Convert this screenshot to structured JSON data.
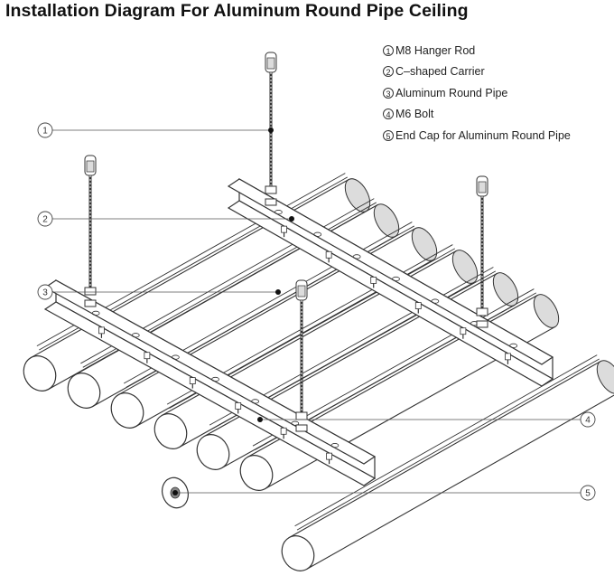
{
  "title": "Installation Diagram For Aluminum Round Pipe Ceiling",
  "legend": [
    {
      "num": "1",
      "label": "M8 Hanger Rod"
    },
    {
      "num": "2",
      "label": "C–shaped Carrier"
    },
    {
      "num": "3",
      "label": "Aluminum Round Pipe"
    },
    {
      "num": "4",
      "label": "M6 Bolt"
    },
    {
      "num": "5",
      "label": "End Cap for Aluminum Round Pipe"
    }
  ],
  "callouts": [
    "1",
    "2",
    "3",
    "4",
    "5"
  ],
  "colors": {
    "line": "#333333",
    "fill": "#ffffff",
    "shade": "#dcdcdc"
  }
}
